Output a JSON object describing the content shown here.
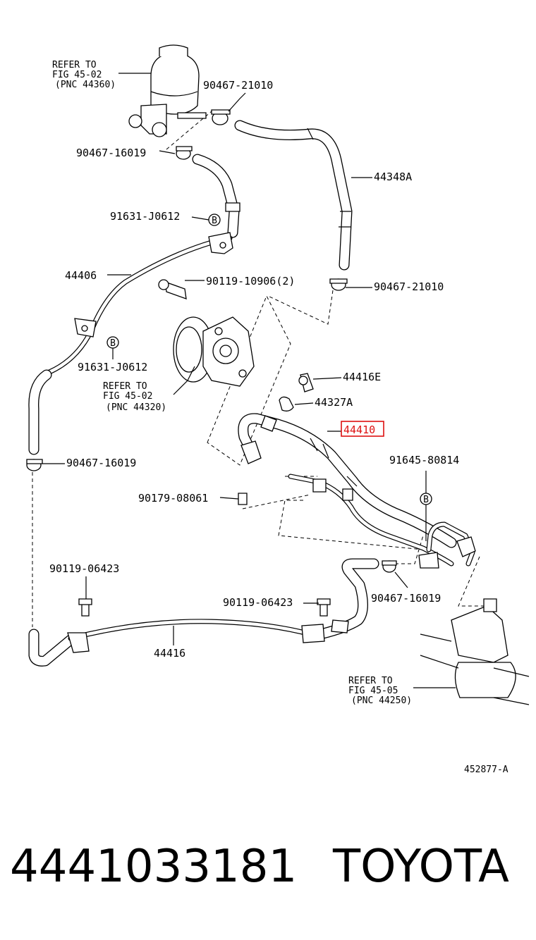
{
  "diagram": {
    "callouts": {
      "ref_reservoir": [
        "REFER TO",
        "FIG 45-02",
        "(PNC 44360)"
      ],
      "ref_pump": [
        "REFER TO",
        "FIG 45-02",
        "(PNC 44320)"
      ],
      "ref_gear": [
        "REFER TO",
        "FIG 45-05",
        "(PNC 44250)"
      ],
      "clip_top": "90467-21010",
      "clip_left_top": "90467-16019",
      "hose_return": "44348A",
      "clamp_b_top": "91631-J0612",
      "tube_return": "44406",
      "bolt_pump": "90119-10906(2)",
      "clip_mid_right": "90467-21010",
      "clamp_b_mid": "91631-J0612",
      "union_bolt": "44416E",
      "gasket": "44327A",
      "pressure_hose": "44410",
      "clamp_b_right": "91645-80814",
      "clip_left_bottom": "90467-16019",
      "nut": "90179-08061",
      "bolt_left": "90119-06423",
      "clip_right_bottom": "90467-16019",
      "bolt_center": "90119-06423",
      "cooler_tube": "44416",
      "marker": "B"
    },
    "highlighted_part": "44410",
    "highlight_color": "#d11111",
    "figure_code": "452877-A"
  },
  "footer": {
    "part_number": "4441033181",
    "brand": "TOYOTA"
  }
}
